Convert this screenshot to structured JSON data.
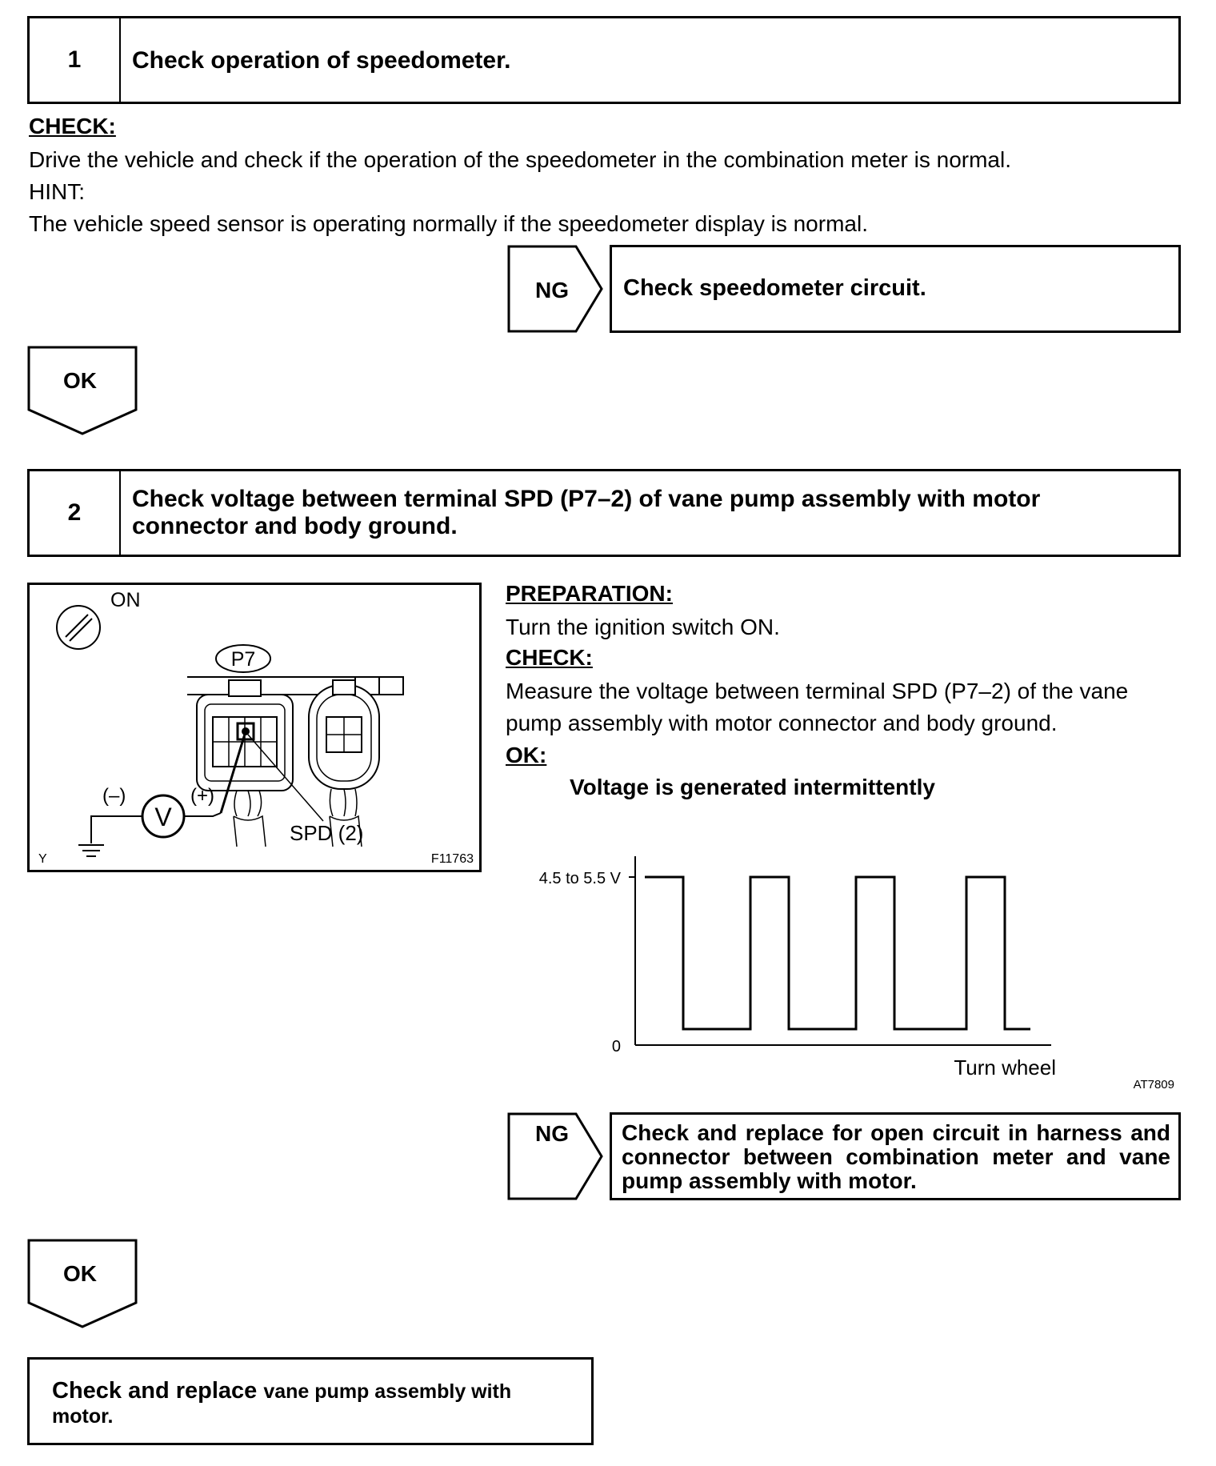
{
  "step1": {
    "number": "1",
    "title": "Check operation of speedometer.",
    "check_heading": "CHECK:",
    "check_text": "Drive the vehicle and check if the operation of the speedometer in the combination meter is normal.",
    "hint_heading": "HINT:",
    "hint_text": "The vehicle speed sensor is operating normally if the speedometer display is normal.",
    "ng_label": "NG",
    "ng_result": "Check speedometer circuit.",
    "ok_label": "OK"
  },
  "step2": {
    "number": "2",
    "title": "Check voltage between terminal SPD (P7–2) of vane pump assembly with motor connector and body ground.",
    "prep_heading": "PREPARATION:",
    "prep_text": "Turn the ignition switch ON.",
    "check_heading": "CHECK:",
    "check_text": "Measure the voltage between terminal SPD (P7–2) of the vane pump assembly with motor connector and body ground.",
    "ok_heading": "OK:",
    "ok_text": "Voltage is generated intermittently",
    "ng_label": "NG",
    "ng_result": "Check and replace for open circuit in harness and connector between combination meter and vane pump assembly with motor.",
    "ok_label": "OK"
  },
  "diagram": {
    "ignition_label": "ON",
    "connector_label": "P7",
    "minus_label": "(–)",
    "plus_label": "(+)",
    "meter_label": "V",
    "terminal_label": "SPD (2)",
    "corner_label": "Y",
    "figure_code": "F11763"
  },
  "chart_data": {
    "type": "line",
    "y_tick_high": "4.5 to 5.5 V",
    "y_tick_low": "0",
    "xlabel": "Turn wheel",
    "figure_code": "AT7809",
    "levels": [
      "high",
      "low",
      "high",
      "low",
      "high",
      "low",
      "high",
      "low"
    ]
  },
  "final": {
    "text_a": "Check and replace ",
    "text_b": "vane pump assembly with",
    "text_c": "motor."
  }
}
